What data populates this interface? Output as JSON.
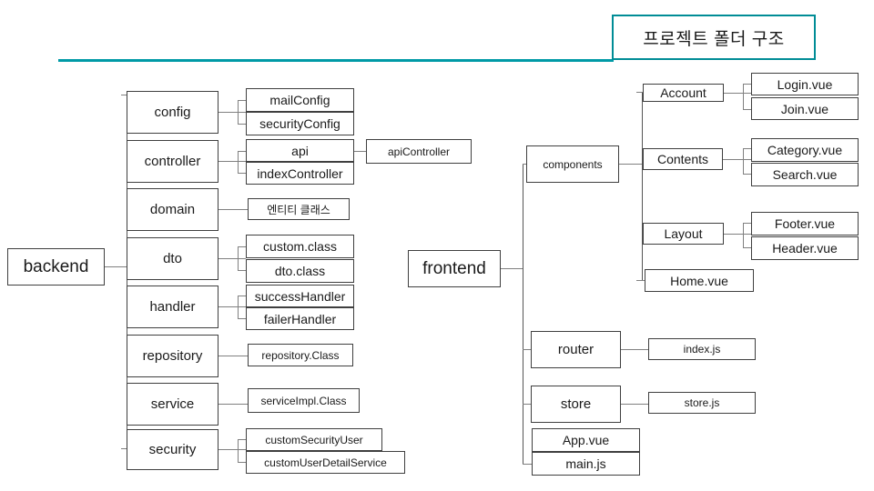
{
  "title": {
    "text": "프로젝트 폴더 구조"
  },
  "colors": {
    "accent": "#009AA6",
    "box_border": "#3f3f3f",
    "connector": "#808080",
    "text": "#1a1a1a",
    "background": "#ffffff"
  },
  "diagram": {
    "type": "tree",
    "roots": [
      {
        "label": "backend",
        "children": [
          {
            "label": "config",
            "children": [
              {
                "label": "mailConfig"
              },
              {
                "label": "securityConfig"
              }
            ]
          },
          {
            "label": "controller",
            "children": [
              {
                "label": "api",
                "children": [
                  {
                    "label": "apiController"
                  }
                ]
              },
              {
                "label": "indexController"
              }
            ]
          },
          {
            "label": "domain",
            "children": [
              {
                "label": "엔티티 클래스"
              }
            ]
          },
          {
            "label": "dto",
            "children": [
              {
                "label": "custom.class"
              },
              {
                "label": "dto.class"
              }
            ]
          },
          {
            "label": "handler",
            "children": [
              {
                "label": "successHandler"
              },
              {
                "label": "failerHandler"
              }
            ]
          },
          {
            "label": "repository",
            "children": [
              {
                "label": "repository.Class"
              }
            ]
          },
          {
            "label": "service",
            "children": [
              {
                "label": "serviceImpl.Class"
              }
            ]
          },
          {
            "label": "security",
            "children": [
              {
                "label": "customSecurityUser"
              },
              {
                "label": "customUserDetailService"
              }
            ]
          }
        ]
      },
      {
        "label": "frontend",
        "children": [
          {
            "label": "components",
            "children": [
              {
                "label": "Account",
                "children": [
                  {
                    "label": "Login.vue"
                  },
                  {
                    "label": "Join.vue"
                  }
                ]
              },
              {
                "label": "Contents",
                "children": [
                  {
                    "label": "Category.vue"
                  },
                  {
                    "label": "Search.vue"
                  }
                ]
              },
              {
                "label": "Layout",
                "children": [
                  {
                    "label": "Footer.vue"
                  },
                  {
                    "label": "Header.vue"
                  }
                ]
              },
              {
                "label": "Home.vue"
              }
            ]
          },
          {
            "label": "router",
            "children": [
              {
                "label": "index.js"
              }
            ]
          },
          {
            "label": "store",
            "children": [
              {
                "label": "store.js"
              }
            ]
          },
          {
            "label": "App.vue"
          },
          {
            "label": "main.js"
          }
        ]
      }
    ]
  },
  "nodes": {
    "backend": "backend",
    "config": "config",
    "mailConfig": "mailConfig",
    "securityConfig": "securityConfig",
    "controller": "controller",
    "api": "api",
    "apiController": "apiController",
    "indexController": "indexController",
    "domain": "domain",
    "entityClass": "엔티티 클래스",
    "dto": "dto",
    "customClass": "custom.class",
    "dtoClass": "dto.class",
    "handler": "handler",
    "successHandler": "successHandler",
    "failerHandler": "failerHandler",
    "repository": "repository",
    "repositoryClass": "repository.Class",
    "service": "service",
    "serviceImplClass": "serviceImpl.Class",
    "security": "security",
    "customSecurityUser": "customSecurityUser",
    "customUserDetailService": "customUserDetailService",
    "frontend": "frontend",
    "components": "components",
    "account": "Account",
    "loginVue": "Login.vue",
    "joinVue": "Join.vue",
    "contents": "Contents",
    "categoryVue": "Category.vue",
    "searchVue": "Search.vue",
    "layout": "Layout",
    "footerVue": "Footer.vue",
    "headerVue": "Header.vue",
    "homeVue": "Home.vue",
    "router": "router",
    "indexJs": "index.js",
    "store": "store",
    "storeJs": "store.js",
    "appVue": "App.vue",
    "mainJs": "main.js"
  }
}
